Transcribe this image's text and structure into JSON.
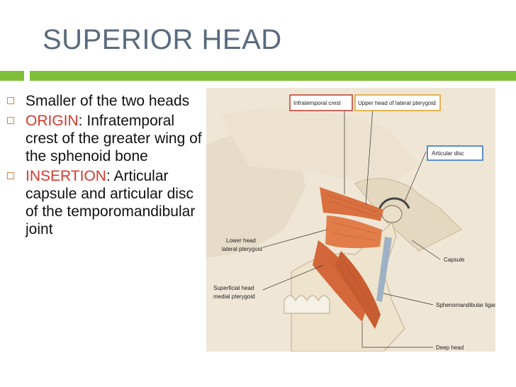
{
  "slide": {
    "title": "SUPERIOR HEAD",
    "colors": {
      "title": "#5a6b7d",
      "accent_bar": "#7fbf3a",
      "keyword": "#d6392f",
      "bullet_box": "#d2873e"
    }
  },
  "bullets": [
    {
      "text": "Smaller of the two heads"
    },
    {
      "keyword": "ORIGIN",
      "sep": ":",
      "text": "Infratemporal crest of the greater wing of the sphenoid bone"
    },
    {
      "keyword": "INSERTION",
      "sep": ":",
      "text": "Articular capsule and articular disc of the temporomandibular joint"
    }
  ],
  "figure": {
    "labels": {
      "infratemporal_crest": "Infratemporal crest",
      "upper_head": "Upper head of lateral pterygoid",
      "articular_disc": "Articular disc",
      "lower_head_1": "Lower head",
      "lower_head_2": "lateral pterygoid",
      "capsule": "Capsule",
      "superficial_head_1": "Superficial head",
      "superficial_head_2": "medial pterygoid",
      "sphenomandibular": "Sphenomandibular ligament",
      "deep_head": "Deep head"
    },
    "label_box_colors": {
      "infratemporal_crest": "#c0392b",
      "upper_head": "#e0a020",
      "articular_disc": "#2c6fbf"
    }
  }
}
